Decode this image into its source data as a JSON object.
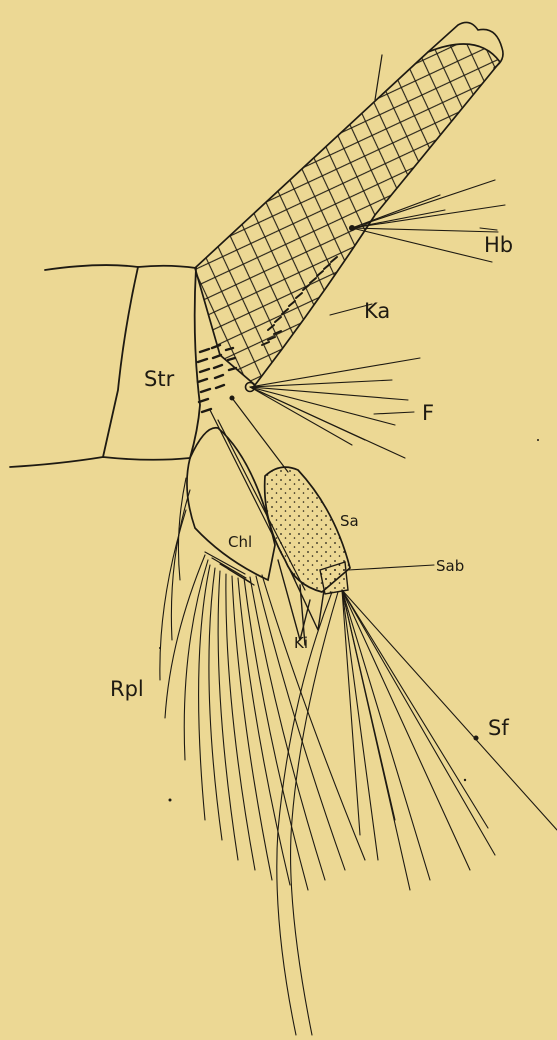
{
  "figure": {
    "background": "#ecd894",
    "ink": "#1e1a12",
    "labels": {
      "hb": "Hb",
      "ka": "Ka",
      "str": "Str",
      "f": "F",
      "sa": "Sa",
      "sab": "Sab",
      "chl": "Chl",
      "ki": "Ki",
      "rpl": "Rpl",
      "sf": "Sf"
    }
  }
}
